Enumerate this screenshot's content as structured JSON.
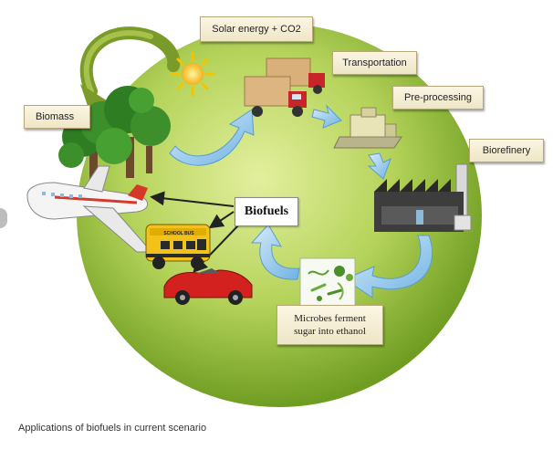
{
  "diagram": {
    "labels": {
      "solar": "Solar energy + CO2",
      "transportation": "Transportation",
      "preprocessing": "Pre-processing",
      "biorefinery": "Biorefinery",
      "biomass": "Biomass",
      "biofuels": "Biofuels",
      "microbes_line1": "Microbes ferment",
      "microbes_line2": "sugar into ethanol"
    },
    "vehicle_text": {
      "bus_sign": "SCHOOL BUS"
    },
    "colors": {
      "globe_light": "#d6e88a",
      "globe_dark": "#7fab2c",
      "arrow_blue": "#8fc5ea",
      "arrow_olive": "#7a9a2a"
    }
  },
  "caption": "Applications of biofuels in current scenario"
}
